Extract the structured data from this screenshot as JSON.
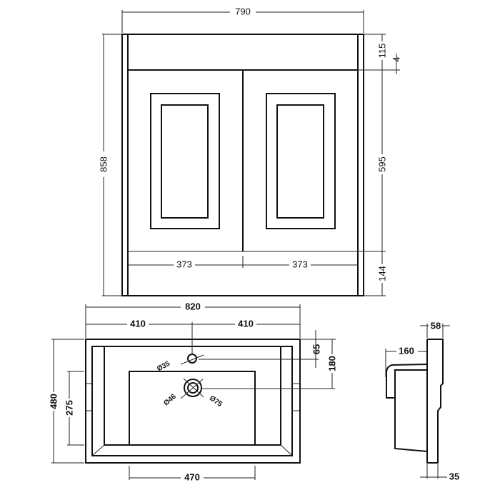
{
  "front_view": {
    "overall_width": "790",
    "overall_height": "858",
    "top_rail_height": "115",
    "rail_offset": "4",
    "door_height": "595",
    "plinth_height": "144",
    "door_left_width": "373",
    "door_right_width": "373"
  },
  "basin_top_view": {
    "overall_width": "820",
    "half_left": "410",
    "half_right": "410",
    "tap_offset": "65",
    "waste_offset": "180",
    "depth": "480",
    "bowl_depth": "275",
    "bowl_width": "470",
    "tap_hole": "Ø35",
    "waste_inner": "Ø46",
    "waste_outer": "Ø75"
  },
  "side_view": {
    "top_depth": "58",
    "basin_projection": "160",
    "bottom_depth": "35"
  }
}
